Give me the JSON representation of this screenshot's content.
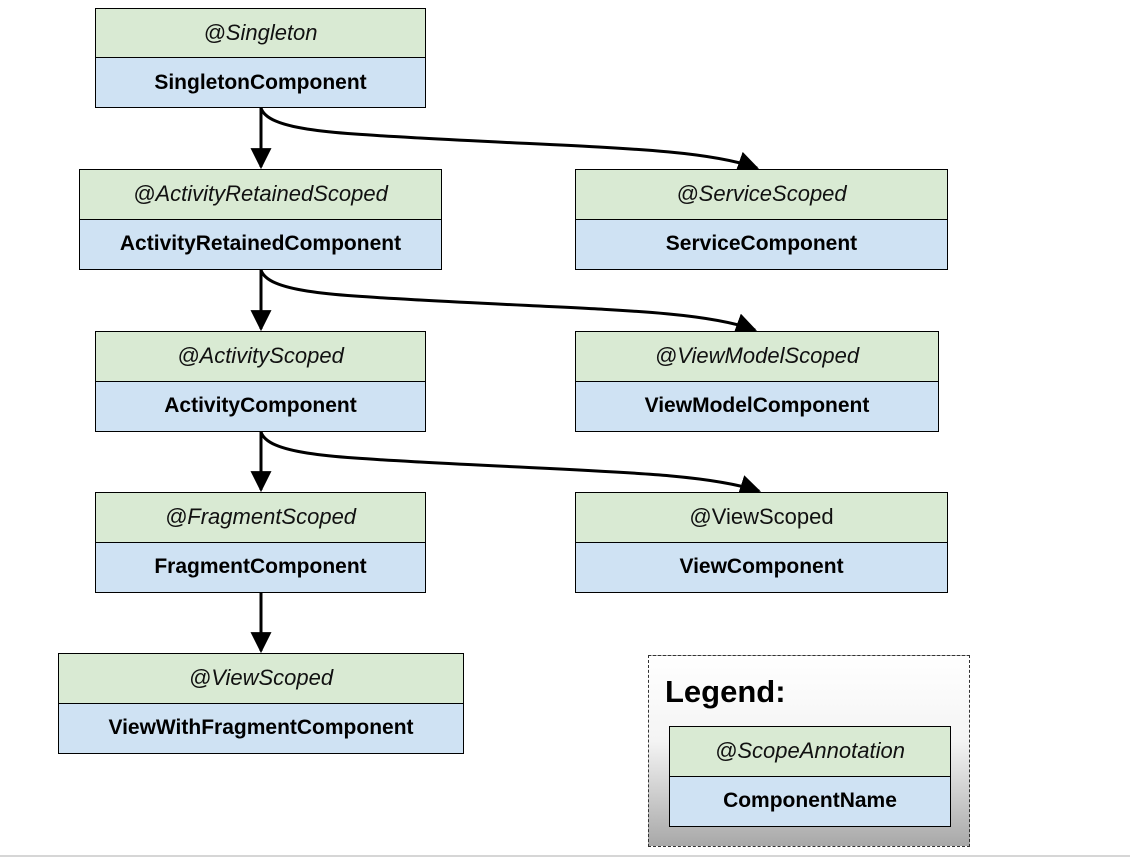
{
  "nodes": {
    "singleton": {
      "scope": "@Singleton",
      "component": "SingletonComponent"
    },
    "activity_retained": {
      "scope": "@ActivityRetainedScoped",
      "component": "ActivityRetainedComponent"
    },
    "service": {
      "scope": "@ServiceScoped",
      "component": "ServiceComponent"
    },
    "activity": {
      "scope": "@ActivityScoped",
      "component": "ActivityComponent"
    },
    "view_model": {
      "scope": "@ViewModelScoped",
      "component": "ViewModelComponent"
    },
    "fragment": {
      "scope": "@FragmentScoped",
      "component": "FragmentComponent"
    },
    "view": {
      "scope": "@ViewScoped",
      "component": "ViewComponent"
    },
    "view_with_fragment": {
      "scope": "@ViewScoped",
      "component": "ViewWithFragmentComponent"
    }
  },
  "edges": [
    {
      "from": "singleton",
      "to": "activity_retained"
    },
    {
      "from": "singleton",
      "to": "service"
    },
    {
      "from": "activity_retained",
      "to": "activity"
    },
    {
      "from": "activity_retained",
      "to": "view_model"
    },
    {
      "from": "activity",
      "to": "fragment"
    },
    {
      "from": "activity",
      "to": "view"
    },
    {
      "from": "fragment",
      "to": "view_with_fragment"
    }
  ],
  "legend": {
    "title": "Legend:",
    "scope": "@ScopeAnnotation",
    "component": "ComponentName"
  },
  "colors": {
    "scope_fill": "#d9ead3",
    "component_fill": "#cfe2f3",
    "edge": "#000000"
  }
}
